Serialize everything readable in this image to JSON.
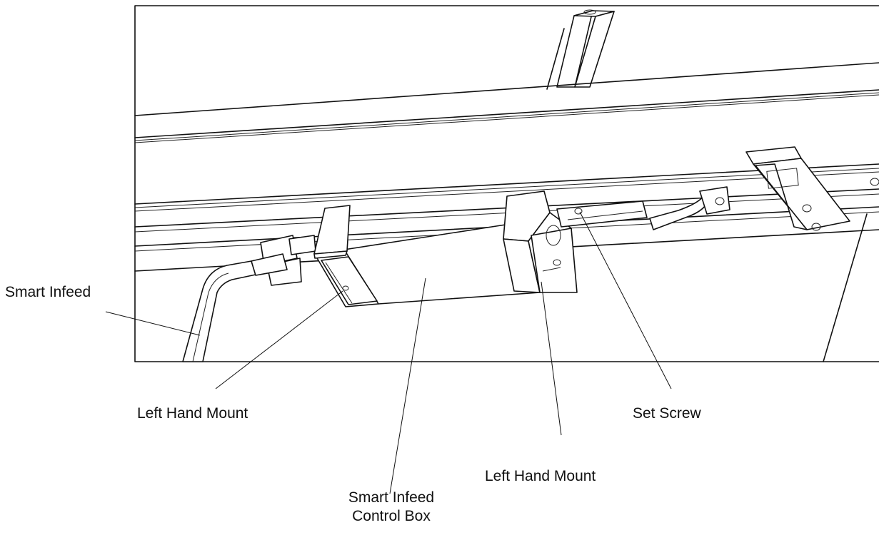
{
  "labels": {
    "smart_infeed": "Smart Infeed",
    "left_hand_mount_1": "Left Hand Mount",
    "left_hand_mount_2": "Left Hand Mount",
    "set_screw": "Set Screw",
    "control_box_line1": "Smart Infeed",
    "control_box_line2": "Control Box"
  },
  "colors": {
    "line": "#111111",
    "background": "#ffffff"
  }
}
